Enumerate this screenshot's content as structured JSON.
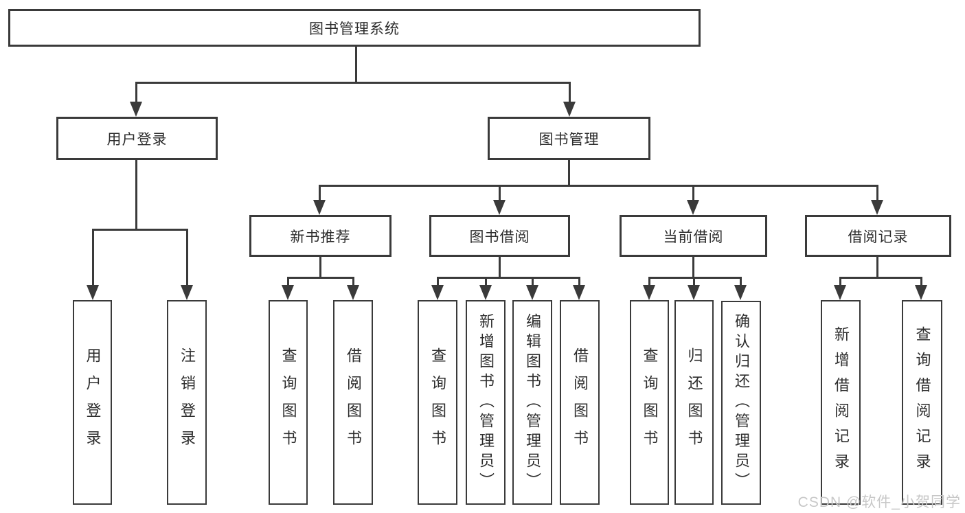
{
  "diagram_title": "图书管理系统",
  "watermark": "CSDN @软件_小贺同学",
  "colors": {
    "line": "#3a3a3a",
    "box_border": "#3a3a3a",
    "text": "#2d2d2d",
    "watermark": "#c8c8c8",
    "background": "#ffffff"
  },
  "tree": {
    "label": "图书管理系统",
    "children": [
      {
        "label": "用户登录",
        "children": [
          {
            "label": "用户登录"
          },
          {
            "label": "注销登录"
          }
        ]
      },
      {
        "label": "图书管理",
        "children": [
          {
            "label": "新书推荐",
            "children": [
              {
                "label": "查询图书"
              },
              {
                "label": "借阅图书"
              }
            ]
          },
          {
            "label": "图书借阅",
            "children": [
              {
                "label": "查询图书"
              },
              {
                "label": "新增图书（管理员）"
              },
              {
                "label": "编辑图书（管理员）"
              },
              {
                "label": "借阅图书"
              }
            ]
          },
          {
            "label": "当前借阅",
            "children": [
              {
                "label": "查询图书"
              },
              {
                "label": "归还图书"
              },
              {
                "label": "确认归还（管理员）"
              }
            ]
          },
          {
            "label": "借阅记录",
            "children": [
              {
                "label": "新增借阅记录"
              },
              {
                "label": "查询借阅记录"
              }
            ]
          }
        ]
      }
    ]
  }
}
